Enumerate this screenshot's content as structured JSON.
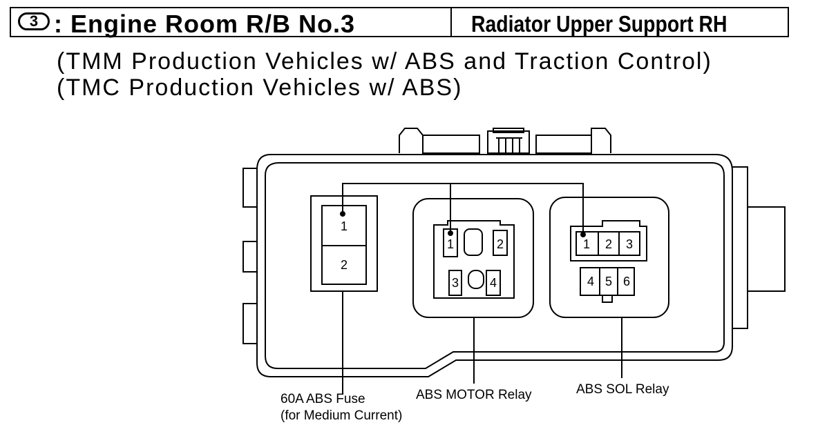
{
  "header": {
    "badge": "3",
    "title": ": Engine Room R/B No.3",
    "location": "Radiator Upper Support RH"
  },
  "subtitles": [
    "(TMM Production Vehicles w/ ABS and Traction Control)",
    "(TMC Production Vehicles w/ ABS)"
  ],
  "components": {
    "fuse": {
      "label_line1": "60A ABS Fuse",
      "label_line2": "(for Medium Current)",
      "terminals": [
        "1",
        "2"
      ]
    },
    "motor_relay": {
      "label": "ABS MOTOR Relay",
      "terminals": [
        "1",
        "2",
        "3",
        "4"
      ]
    },
    "sol_relay": {
      "label": "ABS SOL Relay",
      "terminals": [
        "1",
        "2",
        "3",
        "4",
        "5",
        "6"
      ]
    }
  }
}
